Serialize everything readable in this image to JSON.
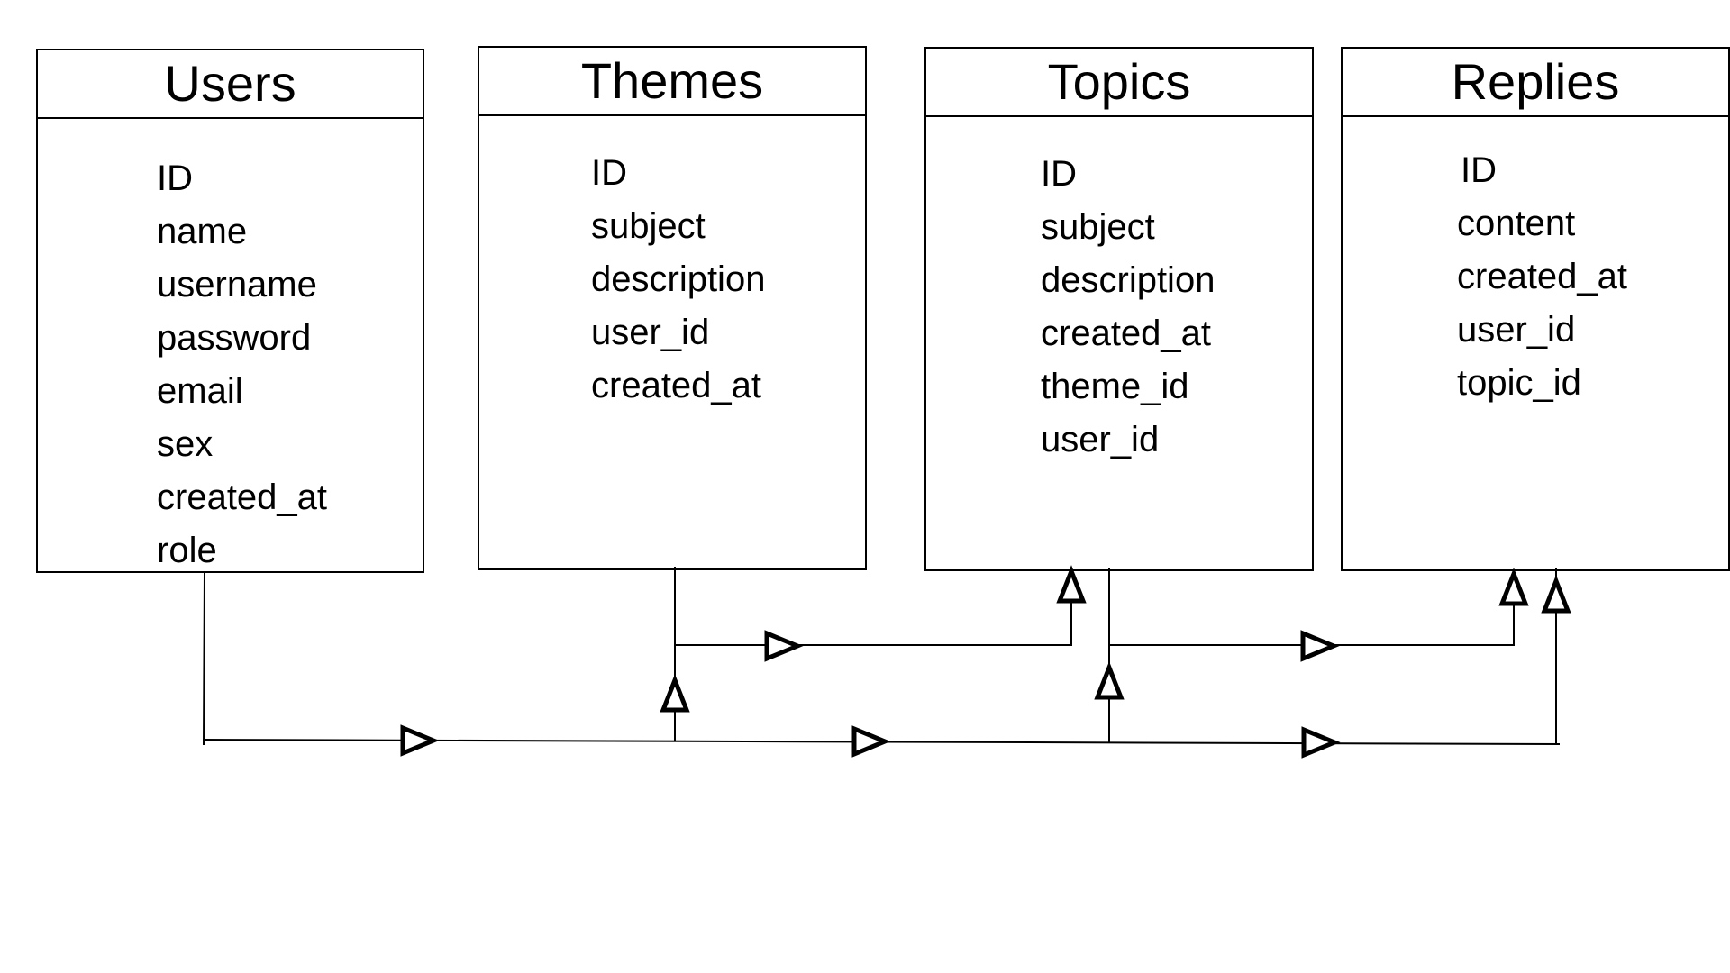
{
  "entities": [
    {
      "key": "users",
      "title": "Users",
      "fields": [
        "ID",
        "name",
        "username",
        "password",
        "email",
        "sex",
        "created_at",
        "role"
      ]
    },
    {
      "key": "themes",
      "title": "Themes",
      "fields": [
        "ID",
        "subject",
        "description",
        "user_id",
        "created_at"
      ]
    },
    {
      "key": "topics",
      "title": "Topics",
      "fields": [
        "ID",
        "subject",
        "description",
        "created_at",
        "theme_id",
        "user_id"
      ]
    },
    {
      "key": "replies",
      "title": "Replies",
      "fields": [
        "ID",
        "content",
        "created_at",
        "user_id",
        "topic_id"
      ]
    }
  ],
  "relationships": [
    {
      "from": "Users",
      "to": "Themes"
    },
    {
      "from": "Users",
      "to": "Topics"
    },
    {
      "from": "Users",
      "to": "Replies"
    },
    {
      "from": "Themes",
      "to": "Topics"
    },
    {
      "from": "Topics",
      "to": "Replies"
    }
  ]
}
